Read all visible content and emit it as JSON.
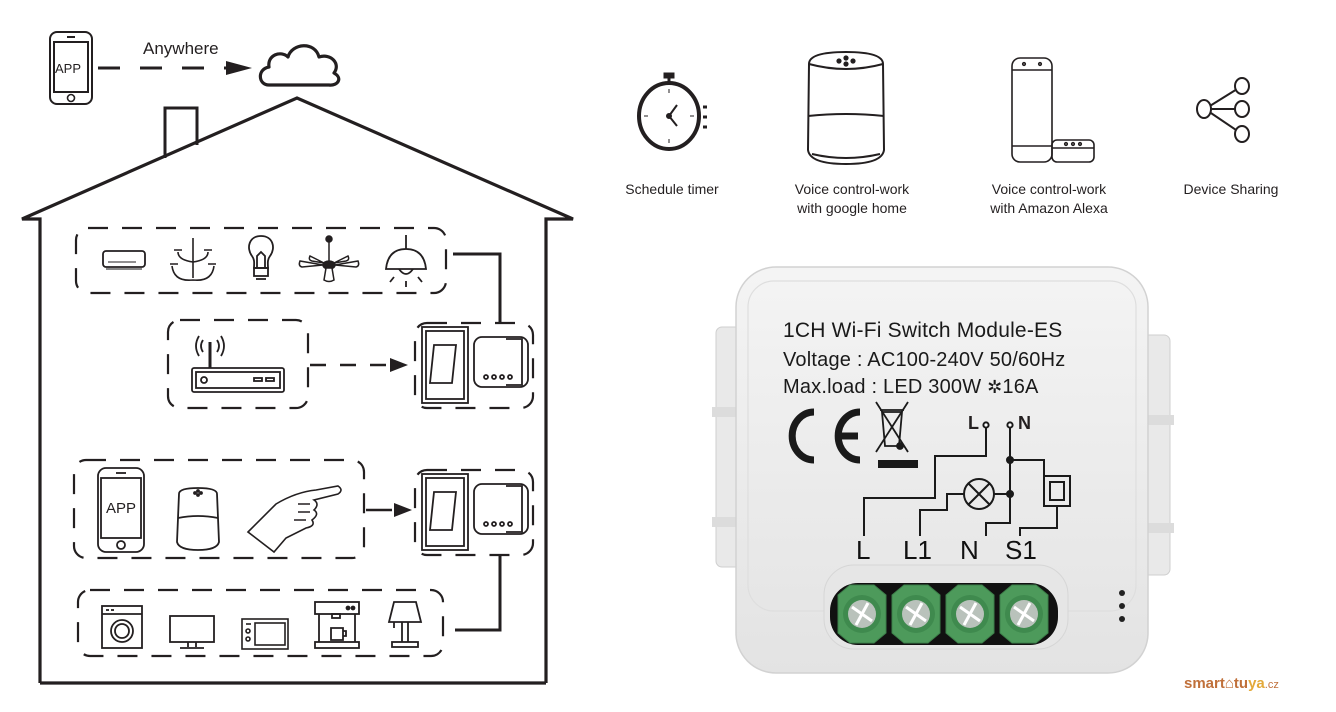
{
  "diagram": {
    "cloud_link": {
      "phone_label": "APP",
      "connection_label": "Anywhere"
    },
    "house": {
      "top_devices": [
        "air-conditioner",
        "chandelier",
        "light-bulb",
        "ceiling-fan",
        "pendant-lamp"
      ],
      "router_row": {
        "device": "wifi-router"
      },
      "control_row": {
        "phone_label": "APP",
        "controls": [
          "smartphone-app",
          "smart-speaker",
          "manual-touch"
        ]
      },
      "bottom_devices": [
        "washing-machine",
        "television",
        "microwave",
        "coffee-machine",
        "table-lamp"
      ]
    }
  },
  "features": [
    {
      "icon": "stopwatch-icon",
      "line1": "Schedule timer",
      "line2": ""
    },
    {
      "icon": "google-home-icon",
      "line1": "Voice control-work",
      "line2": "with google home"
    },
    {
      "icon": "amazon-alexa-icon",
      "line1": "Voice control-work",
      "line2": "with Amazon Alexa"
    },
    {
      "icon": "share-icon",
      "line1": "Device Sharing",
      "line2": ""
    }
  ],
  "module": {
    "title": "1CH Wi-Fi Switch Module-ES",
    "voltage": "Voltage : AC100-240V 50/60Hz",
    "max_load_prefix": "Max.load : LED 300W",
    "max_load_suffix": "16A",
    "input_labels": {
      "live": "L",
      "neutral": "N"
    },
    "terminals": [
      "L",
      "L1",
      "N",
      "S1"
    ],
    "colors": {
      "body": "#ececec",
      "terminal": "#4d9a5b"
    }
  },
  "brand": {
    "part1": "smart",
    "part2": "tu",
    "part3": "ya",
    "tld": ".cz"
  }
}
